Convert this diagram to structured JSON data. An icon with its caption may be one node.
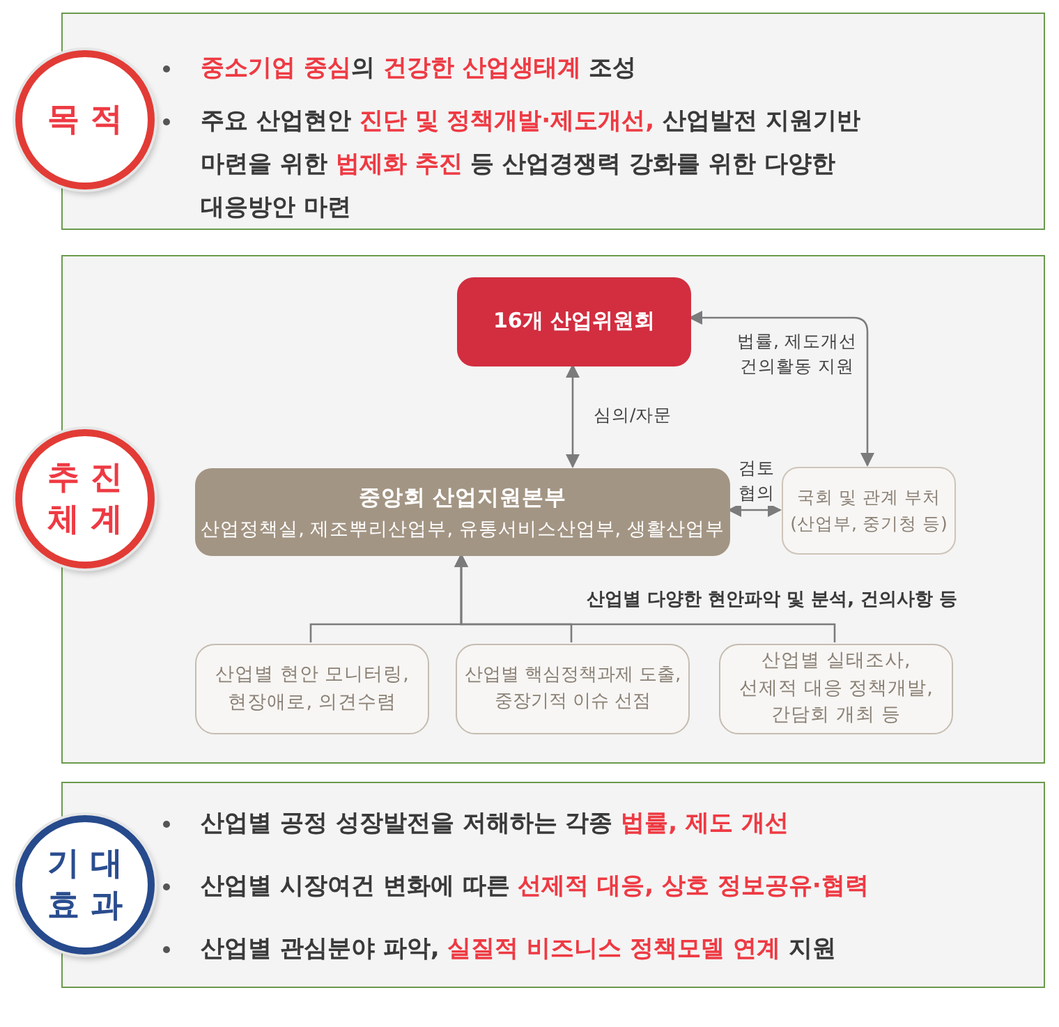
{
  "diagram": {
    "nodes": [
      {
        "text": [
          "**중소기업 중심**의 **건강한 산업생태계** 조성",
          "주요 산업현안 **진단 및 정책개발·제도개선,** 산업발전 지원기반 마련을 위한 **법제화 추진** 등 산업경쟁력 강화를 위한 다양한 대응방안 마련"
        ]
      },
      {
        "text": [
          "목 적"
        ]
      },
      {
        "text": [],
        "shape": "box"
      },
      {
        "text": [
          "추 진 체 계"
        ]
      },
      {
        "text": [
          "16개 산업위원회"
        ],
        "in": 2
      },
      {
        "text": [
          "중앙회 산업지원본부",
          "산업정책실, 제조뿌리산업부, 유통서비스산업부, 생활산업부"
        ],
        "in": 2
      },
      {
        "text": [
          "국회 및 관계 부처 (산업부, 중기청 등)"
        ],
        "in": 2
      },
      {
        "text": [
          "산업별 현안 모니터링, 현장애로, 의견수렴"
        ],
        "in": 2
      },
      {
        "text": [
          "산업별 핵심정책과제 도출, 중장기적 이슈 선점"
        ],
        "in": 2
      },
      {
        "text": [
          "산업별 실태조사, 선제적 대응 정책개발, 간담회 개최 등"
        ],
        "in": 2
      },
      {
        "text": [
          "산업별 공정 성장발전을 저해하는 각종 **법률, 제도 개선**",
          "산업별 시장여건 변화에 따른 **선제적 대응, 상호 정보공유·협력**",
          "산업별 관심분야 파악, **실질적 비즈니스 정책모델 연계** 지원"
        ]
      },
      {
        "text": [
          "기 대 효 과"
        ]
      }
    ],
    "edges": [
      {
        "from": 5,
        "to": 4,
        "arrow": "both",
        "label": "심의/자문"
      },
      {
        "from": 4,
        "to": 6,
        "arrow": "both",
        "label": "법률, 제도개선 건의활동 지원"
      },
      {
        "from": 5,
        "to": 6,
        "arrow": "both",
        "label": "검토 협의"
      },
      {
        "from": 7,
        "to": 5,
        "arrow": "to"
      },
      {
        "from": 8,
        "to": 5,
        "arrow": "to",
        "label": "산업별 다양한 현안파악 및 분석, 건의사항 등"
      },
      {
        "from": 9,
        "to": 5,
        "arrow": "to"
      }
    ]
  }
}
